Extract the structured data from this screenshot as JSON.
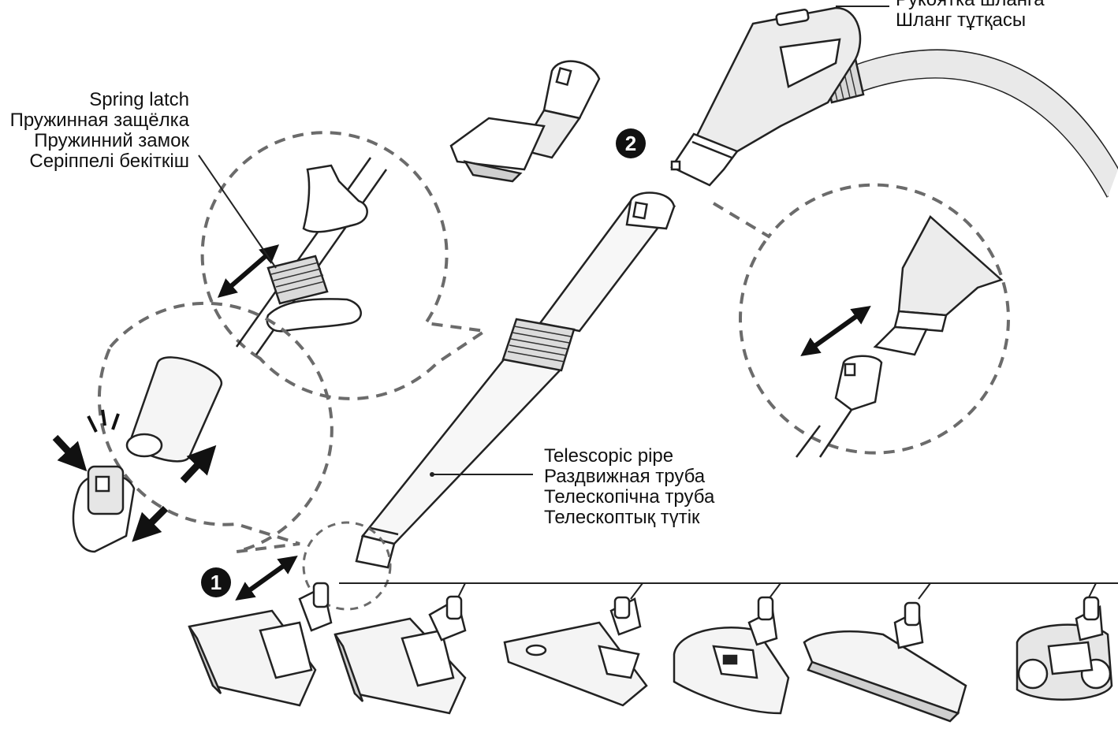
{
  "labels": {
    "hose_handle": [
      "Рукоятка шланга",
      "Шланг тұтқасы"
    ],
    "spring_latch": [
      "Spring latch",
      "Пружинная защёлка",
      "Пружинний замок",
      "Серіппелі бекіткіш"
    ],
    "telescopic_pipe": [
      "Telescopic pipe",
      "Раздвижная труба",
      "Телескопічна труба",
      "Телескоптық түтік"
    ]
  },
  "steps": [
    "1",
    "2"
  ],
  "colors": {
    "line": "#222222",
    "dashed": "#6b6b6b",
    "fill": "#ffffff",
    "shade": "#e6e6e6",
    "dark": "#111111"
  },
  "icons": [
    "hose-handle-icon",
    "telescopic-pipe-icon",
    "floor-nozzle-icon",
    "crevice-tool-icon",
    "turbo-brush-icon",
    "parquet-brush-icon",
    "pet-turbo-brush-icon",
    "hand-icon",
    "double-arrow-icon",
    "press-arrow-icon"
  ]
}
